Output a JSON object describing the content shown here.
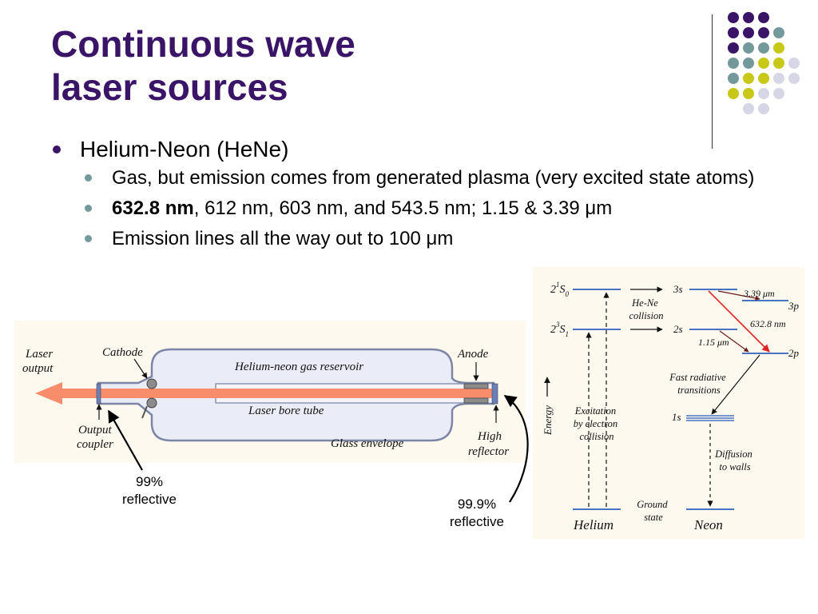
{
  "title": {
    "line1": "Continuous wave",
    "line2": "laser sources"
  },
  "colors": {
    "title": "#3a1466",
    "purple": "#3a1466",
    "teal": "#74999b",
    "lime": "#c8c819",
    "lavender": "#d6d6e6",
    "beam": "#f78d6a",
    "red_transition": "#dd2222"
  },
  "bullets": {
    "item1": "Helium-Neon (HeNe)",
    "sub1": "Gas, but emission comes from generated plasma (very excited state atoms)",
    "sub2_bold": "632.8 nm",
    "sub2_rest": ", 612 nm, 603 nm, and 543.5 nm; 1.15 & 3.39 μm",
    "sub3": "Emission lines all the way out to 100 μm"
  },
  "laser_diagram": {
    "laser_output": [
      "Laser",
      "output"
    ],
    "cathode": "Cathode",
    "anode": "Anode",
    "reservoir": "Helium-neon gas reservoir",
    "bore_tube": "Laser bore tube",
    "glass_envelope": "Glass envelope",
    "output_coupler": [
      "Output",
      "coupler"
    ],
    "high_reflector": [
      "High",
      "reflector"
    ]
  },
  "callouts": {
    "output": [
      "99%",
      "reflective"
    ],
    "high": [
      "99.9%",
      "reflective"
    ]
  },
  "energy_diagram": {
    "helium_2_1s0": {
      "main": "2",
      "sup": "1",
      "letter": "S",
      "sub": "0"
    },
    "helium_2_3s1": {
      "main": "2",
      "sup": "3",
      "letter": "S",
      "sub": "1"
    },
    "he_ne_collision": [
      "He-Ne",
      "collision"
    ],
    "level_3s": "3s",
    "level_2s": "2s",
    "level_3p": "3p",
    "level_2p": "2p",
    "level_1s": "1s",
    "line_339": "3.39 μm",
    "line_6328": "632.8 nm",
    "line_115": "1.15 μm",
    "fast_radiative": [
      "Fast radiative",
      "transitions"
    ],
    "excitation": [
      "Excitation",
      "by electron",
      "collision"
    ],
    "energy_axis": "Energy",
    "diffusion": [
      "Diffusion",
      "to walls"
    ],
    "ground_state": [
      "Ground",
      "state"
    ],
    "helium": "Helium",
    "neon": "Neon"
  }
}
